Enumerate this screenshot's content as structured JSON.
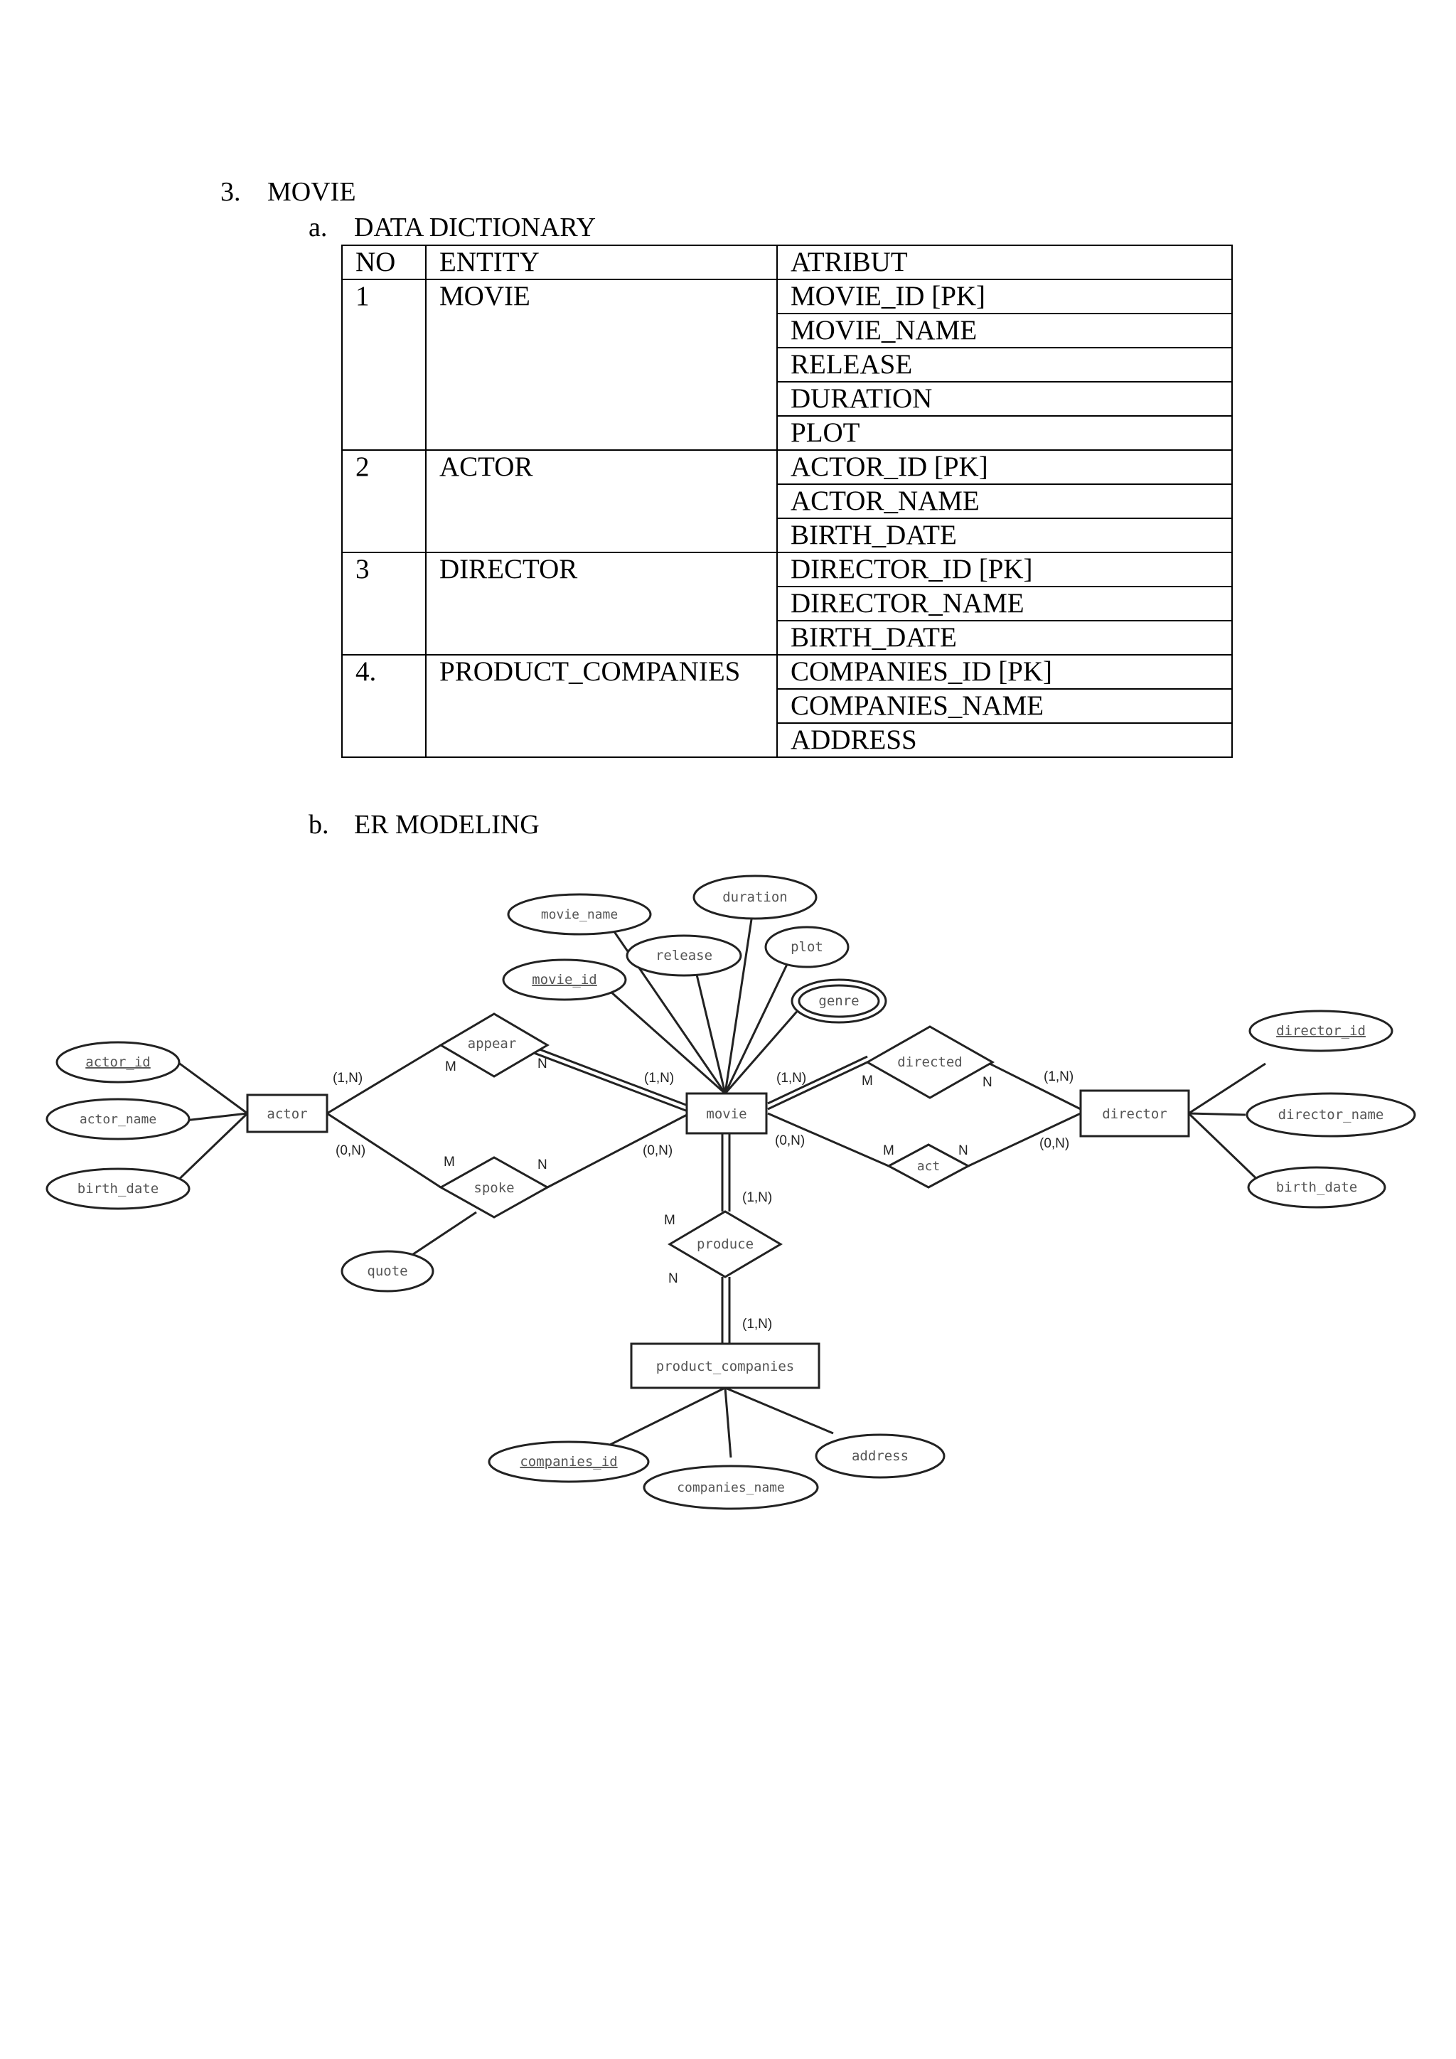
{
  "section": {
    "number": "3.",
    "title": "MOVIE"
  },
  "subsections": {
    "a": {
      "letter": "a.",
      "title": "DATA DICTIONARY"
    },
    "b": {
      "letter": "b.",
      "title": "ER MODELING"
    }
  },
  "dictionary": {
    "headers": {
      "no": "NO",
      "entity": "ENTITY",
      "attribute": "ATRIBUT"
    },
    "entities": [
      {
        "no": "1",
        "name": "MOVIE",
        "attributes": [
          "MOVIE_ID [PK]",
          "MOVIE_NAME",
          "RELEASE",
          "DURATION",
          "PLOT"
        ]
      },
      {
        "no": "2",
        "name": "ACTOR",
        "attributes": [
          "ACTOR_ID [PK]",
          "ACTOR_NAME",
          "BIRTH_DATE"
        ]
      },
      {
        "no": "3",
        "name": "DIRECTOR",
        "attributes": [
          "DIRECTOR_ID [PK]",
          "DIRECTOR_NAME",
          "BIRTH_DATE"
        ]
      },
      {
        "no": "4.",
        "name": "PRODUCT_COMPANIES",
        "attributes": [
          "COMPANIES_ID [PK]",
          "COMPANIES_NAME",
          "ADDRESS"
        ]
      }
    ]
  },
  "er": {
    "entities": {
      "actor": "actor",
      "movie": "movie",
      "director": "director",
      "product_companies": "product_companies"
    },
    "relationships": {
      "appear": "appear",
      "spoke": "spoke",
      "directed": "directed",
      "act": "act",
      "produce": "produce"
    },
    "attributes": {
      "actor_id": "actor_id",
      "actor_name": "actor_name",
      "actor_birth_date": "birth_date",
      "quote": "quote",
      "movie_name": "movie_name",
      "duration": "duration",
      "release": "release",
      "plot": "plot",
      "movie_id": "movie_id",
      "genre": "genre",
      "director_id": "director_id",
      "director_name": "director_name",
      "director_birth_date": "birth_date",
      "companies_id": "companies_id",
      "companies_name": "companies_name",
      "address": "address"
    },
    "cardinalities": {
      "actor_appear": "(1,N)",
      "movie_appear": "(1,N)",
      "actor_spoke": "(0,N)",
      "movie_spoke": "(0,N)",
      "movie_directed": "(1,N)",
      "director_directed": "(1,N)",
      "movie_act": "(0,N)",
      "director_act": "(0,N)",
      "movie_produce": "(1,N)",
      "companies_produce": "(1,N)"
    },
    "multiplicity": {
      "m": "M",
      "n": "N"
    }
  }
}
